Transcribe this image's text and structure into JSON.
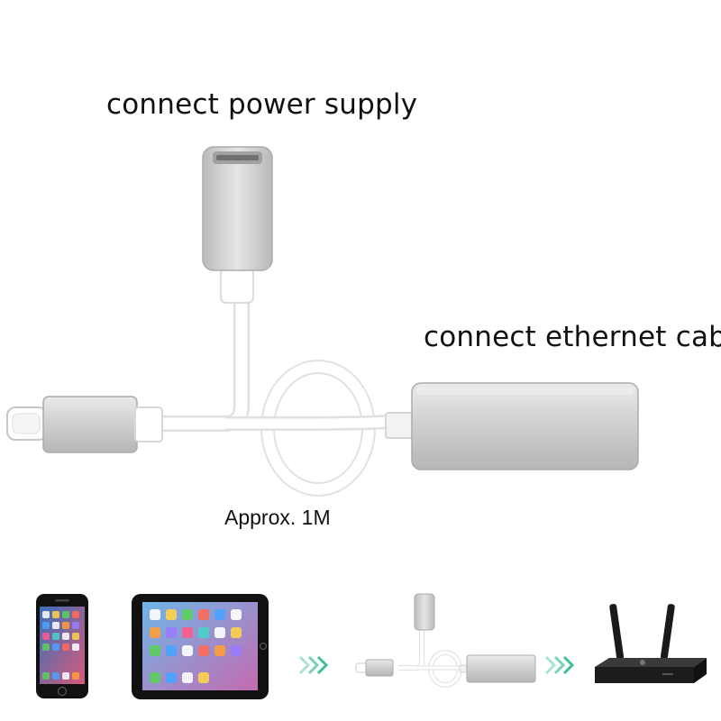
{
  "labels": {
    "power_supply": "connect power supply",
    "ethernet": "connect ethernet cable",
    "length": "Approx. 1M"
  },
  "colors": {
    "background": "#ffffff",
    "aluminum": "#c9cbcd",
    "cable": "#ffffff",
    "arrow": "#3fbf9a",
    "device_black": "#111111"
  },
  "icons": {
    "devices": [
      "iphone-icon",
      "ipad-icon",
      "adapter-thumbnail-icon",
      "router-icon"
    ],
    "flow": "double-chevron-arrow-icon"
  }
}
